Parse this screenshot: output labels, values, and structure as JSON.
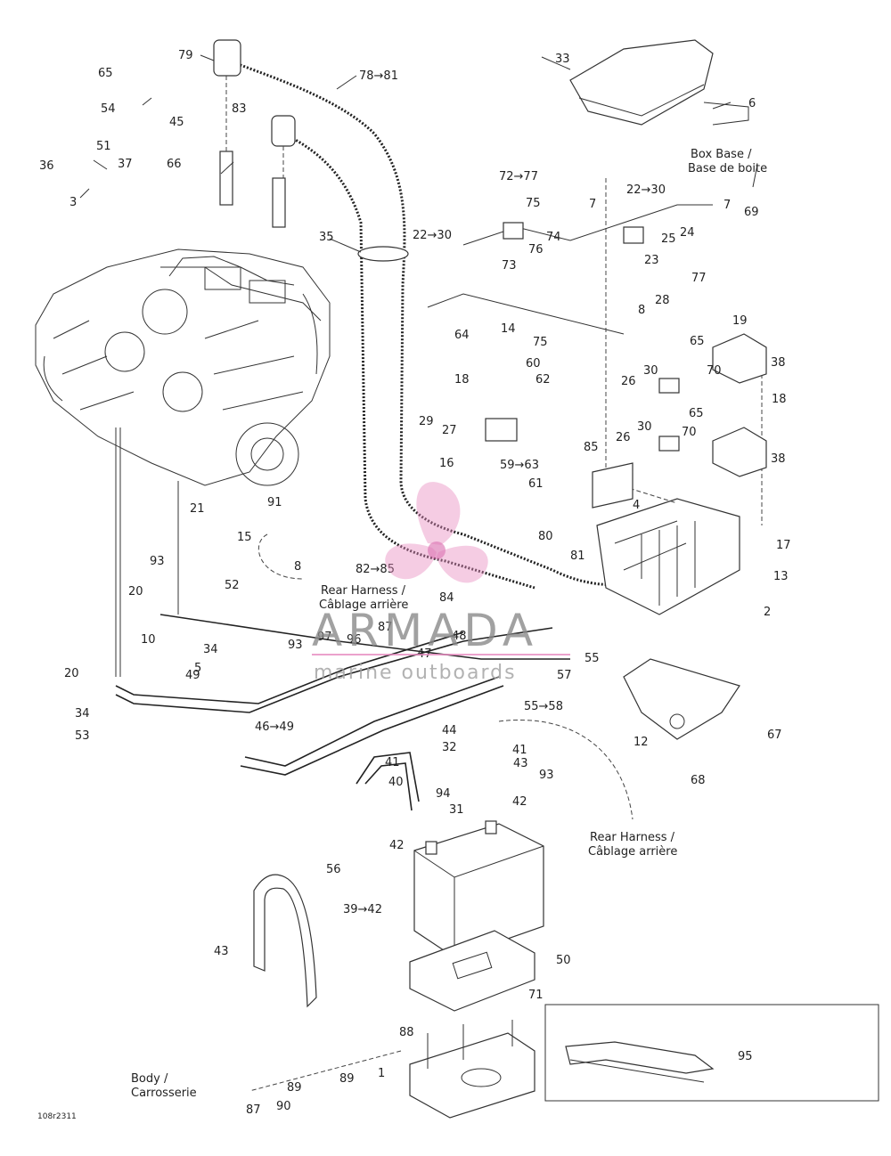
{
  "parts": [
    {
      "id": "79"
    },
    {
      "id": "78→81"
    },
    {
      "id": "65"
    },
    {
      "id": "54"
    },
    {
      "id": "45"
    },
    {
      "id": "83"
    },
    {
      "id": "51"
    },
    {
      "id": "37"
    },
    {
      "id": "36"
    },
    {
      "id": "3"
    },
    {
      "id": "66"
    },
    {
      "id": "35"
    },
    {
      "id": "22→30"
    },
    {
      "id": "22→30 "
    },
    {
      "id": "72→77"
    },
    {
      "id": "75"
    },
    {
      "id": "74"
    },
    {
      "id": "76"
    },
    {
      "id": "73"
    },
    {
      "id": "7"
    },
    {
      "id": "7 "
    },
    {
      "id": "24"
    },
    {
      "id": "25"
    },
    {
      "id": "23"
    },
    {
      "id": "77"
    },
    {
      "id": "8"
    },
    {
      "id": "28"
    },
    {
      "id": "69"
    },
    {
      "id": "33"
    },
    {
      "id": "6"
    },
    {
      "id": "14"
    },
    {
      "id": "64"
    },
    {
      "id": "75 "
    },
    {
      "id": "60"
    },
    {
      "id": "62"
    },
    {
      "id": "18"
    },
    {
      "id": "29"
    },
    {
      "id": "27"
    },
    {
      "id": "16"
    },
    {
      "id": "59→63"
    },
    {
      "id": "61"
    },
    {
      "id": "19"
    },
    {
      "id": "65 "
    },
    {
      "id": "70"
    },
    {
      "id": "38"
    },
    {
      "id": "26"
    },
    {
      "id": "30"
    },
    {
      "id": "18 "
    },
    {
      "id": "65  "
    },
    {
      "id": "70 "
    },
    {
      "id": "26 "
    },
    {
      "id": "30 "
    },
    {
      "id": "38 "
    },
    {
      "id": "85"
    },
    {
      "id": "4"
    },
    {
      "id": "80"
    },
    {
      "id": "81"
    },
    {
      "id": "82→85"
    },
    {
      "id": "84"
    },
    {
      "id": "17"
    },
    {
      "id": "13"
    },
    {
      "id": "2"
    },
    {
      "id": "21"
    },
    {
      "id": "91"
    },
    {
      "id": "15"
    },
    {
      "id": "8 "
    },
    {
      "id": "93"
    },
    {
      "id": "52"
    },
    {
      "id": "20"
    },
    {
      "id": "10"
    },
    {
      "id": "34"
    },
    {
      "id": "5"
    },
    {
      "id": "93 "
    },
    {
      "id": "97"
    },
    {
      "id": "96"
    },
    {
      "id": "87"
    },
    {
      "id": "47"
    },
    {
      "id": "48"
    },
    {
      "id": "55"
    },
    {
      "id": "57"
    },
    {
      "id": "55→58"
    },
    {
      "id": "20 "
    },
    {
      "id": "49"
    },
    {
      "id": "34 "
    },
    {
      "id": "53"
    },
    {
      "id": "46→49"
    },
    {
      "id": "44"
    },
    {
      "id": "32"
    },
    {
      "id": "41"
    },
    {
      "id": "43"
    },
    {
      "id": "93  "
    },
    {
      "id": "41 "
    },
    {
      "id": "40"
    },
    {
      "id": "94"
    },
    {
      "id": "31"
    },
    {
      "id": "42"
    },
    {
      "id": "42 "
    },
    {
      "id": "12"
    },
    {
      "id": "67"
    },
    {
      "id": "68"
    },
    {
      "id": "56"
    },
    {
      "id": "39→42"
    },
    {
      "id": "43 "
    },
    {
      "id": "50"
    },
    {
      "id": "71"
    },
    {
      "id": "88"
    },
    {
      "id": "1"
    },
    {
      "id": "89"
    },
    {
      "id": "89 "
    },
    {
      "id": "90"
    },
    {
      "id": "87 "
    },
    {
      "id": "95"
    }
  ],
  "captions": {
    "box_base": [
      "Box Base /",
      "Base de boite"
    ],
    "rear_harness_1": [
      "Rear Harness /",
      "Câblage arrière"
    ],
    "rear_harness_2": [
      "Rear Harness /",
      "Câblage arrière"
    ],
    "body": [
      "Body /",
      "Carrosserie"
    ]
  },
  "figure_code": "108r2311",
  "watermark": {
    "brand": "ARMADA",
    "tagline": "marine outboards",
    "color": "#e78bc0"
  }
}
